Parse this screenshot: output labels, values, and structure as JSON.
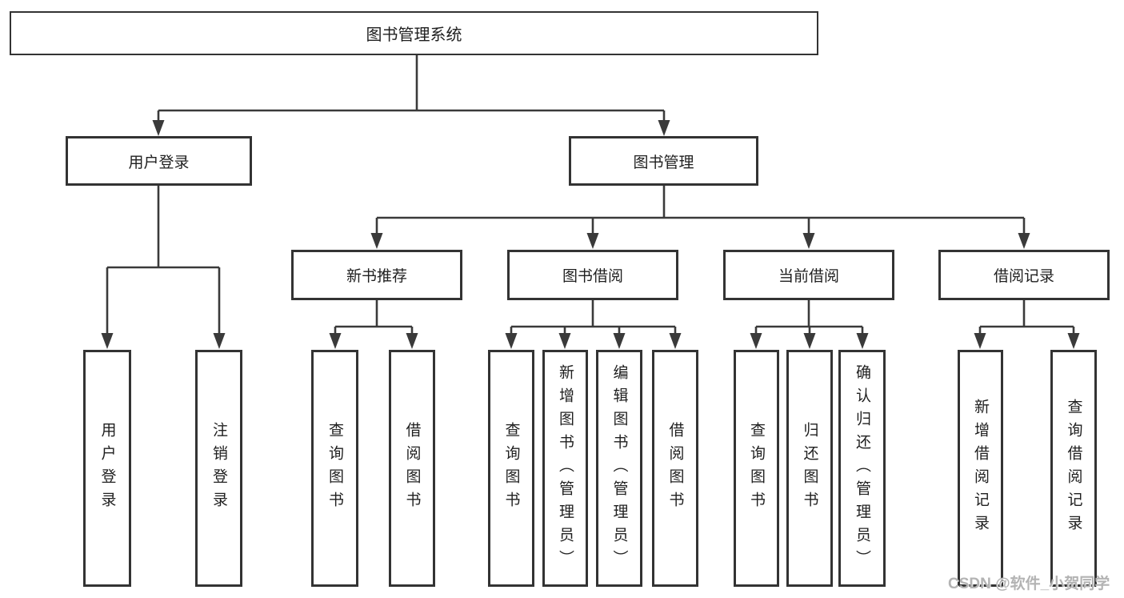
{
  "diagram": {
    "root": {
      "label": "图书管理系统"
    },
    "branches": [
      {
        "label": "用户登录",
        "children": [
          {
            "label": "用户登录"
          },
          {
            "label": "注销登录"
          }
        ]
      },
      {
        "label": "图书管理",
        "children": [
          {
            "label": "新书推荐",
            "children": [
              {
                "label": "查询图书"
              },
              {
                "label": "借阅图书"
              }
            ]
          },
          {
            "label": "图书借阅",
            "children": [
              {
                "label": "查询图书"
              },
              {
                "label": "新增图书（管理员）"
              },
              {
                "label": "编辑图书（管理员）"
              },
              {
                "label": "借阅图书"
              }
            ]
          },
          {
            "label": "当前借阅",
            "children": [
              {
                "label": "查询图书"
              },
              {
                "label": "归还图书"
              },
              {
                "label": "确认归还（管理员）"
              }
            ]
          },
          {
            "label": "借阅记录",
            "children": [
              {
                "label": "新增借阅记录"
              },
              {
                "label": "查询借阅记录"
              }
            ]
          }
        ]
      }
    ]
  },
  "watermark": {
    "text": "CSDN @软件_小贺同学"
  },
  "colors": {
    "line": "#3a3a3a",
    "box_border": "#333333",
    "text": "#1f1f1f",
    "background": "#ffffff",
    "watermark": "#b3b3b3"
  }
}
